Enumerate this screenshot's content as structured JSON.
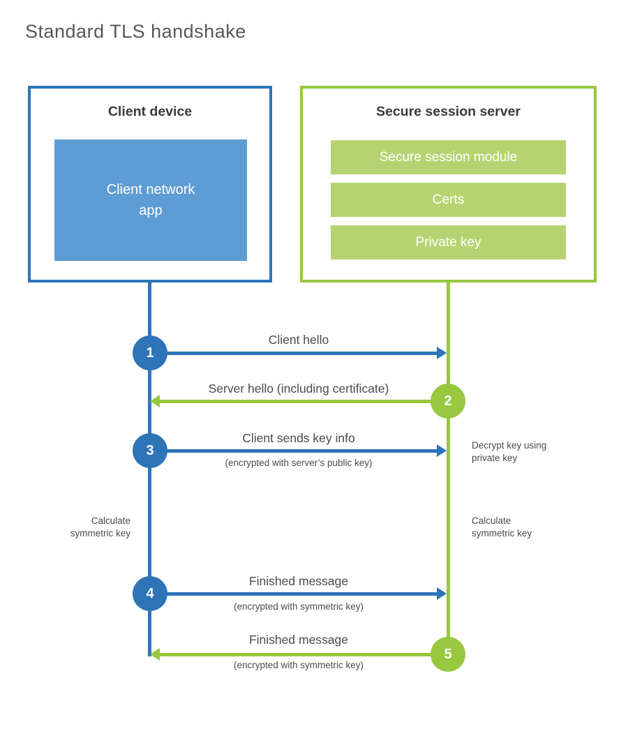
{
  "title": "Standard TLS handshake",
  "client": {
    "title": "Client device",
    "app_label": "Client network\napp"
  },
  "server": {
    "title": "Secure session server",
    "modules": [
      "Secure session module",
      "Certs",
      "Private key"
    ]
  },
  "steps": [
    {
      "number": "1",
      "label": "Client hello",
      "sublabel": "",
      "direction": "right",
      "color": "blue"
    },
    {
      "number": "2",
      "label": "Server hello (including certificate)",
      "sublabel": "",
      "direction": "left",
      "color": "green"
    },
    {
      "number": "3",
      "label": "Client sends key info",
      "sublabel": "(encrypted with server’s public key)",
      "direction": "right",
      "color": "blue"
    },
    {
      "number": "4",
      "label": "Finished message",
      "sublabel": "(encrypted with symmetric key)",
      "direction": "right",
      "color": "blue"
    },
    {
      "number": "5",
      "label": "Finished message",
      "sublabel": "(encrypted with symmetric key)",
      "direction": "left",
      "color": "green"
    }
  ],
  "annotations": {
    "decrypt_note": "Decrypt key using\nprivate key",
    "calculate_left": "Calculate\nsymmetric key",
    "calculate_right": "Calculate\nsymmetric key"
  },
  "colors": {
    "blue_accent": "#2e74b8",
    "blue_fill": "#5e9cd4",
    "green_accent": "#97c83f",
    "green_fill": "#b5d471"
  }
}
